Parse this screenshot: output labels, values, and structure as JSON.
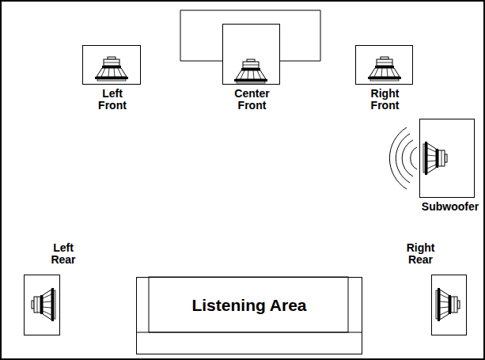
{
  "diagram": {
    "nodes": [
      {
        "text": [
          "Left Front"
        ]
      },
      {
        "text": [
          "Center Front"
        ]
      },
      {
        "text": [
          "Right Front"
        ]
      },
      {
        "text": [
          "Subwoofer"
        ]
      },
      {
        "text": [
          "Left Rear"
        ]
      },
      {
        "text": [
          "Right Rear"
        ]
      },
      {
        "text": [
          "Listening Area"
        ]
      }
    ]
  }
}
